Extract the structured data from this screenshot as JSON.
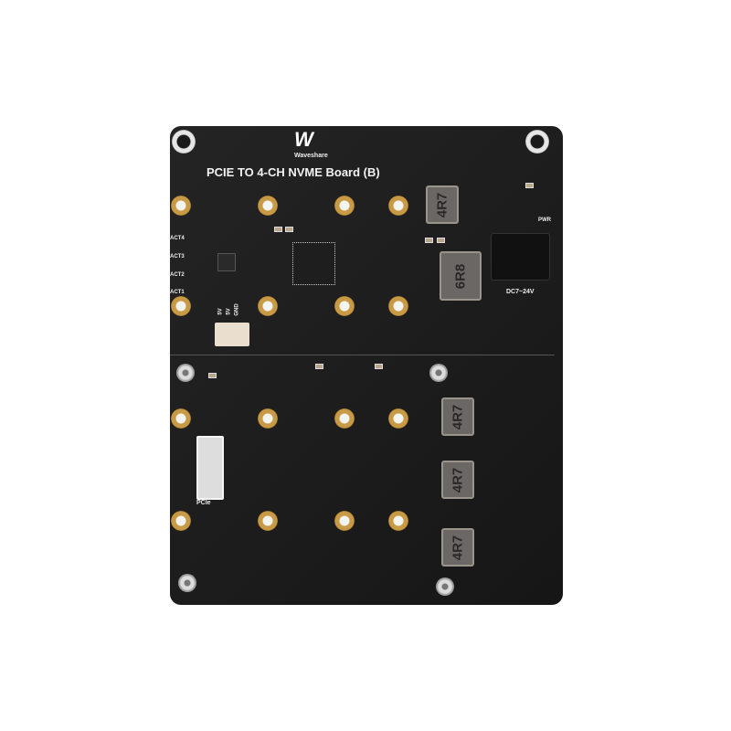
{
  "board": {
    "brand": "Waveshare",
    "title": "PCIE TO 4-CH NVME Board (B)",
    "led_labels": [
      "ACT4",
      "ACT3",
      "ACT2",
      "ACT1"
    ],
    "power_connector_pins": [
      "5V",
      "5V",
      "GND"
    ],
    "pwr_label": "PWR",
    "dc_label": "DC7~24V",
    "pcie_label": "PCIe",
    "inductor_markings": [
      "4R7",
      "6R8",
      "4R7",
      "4R7",
      "4R7"
    ]
  }
}
